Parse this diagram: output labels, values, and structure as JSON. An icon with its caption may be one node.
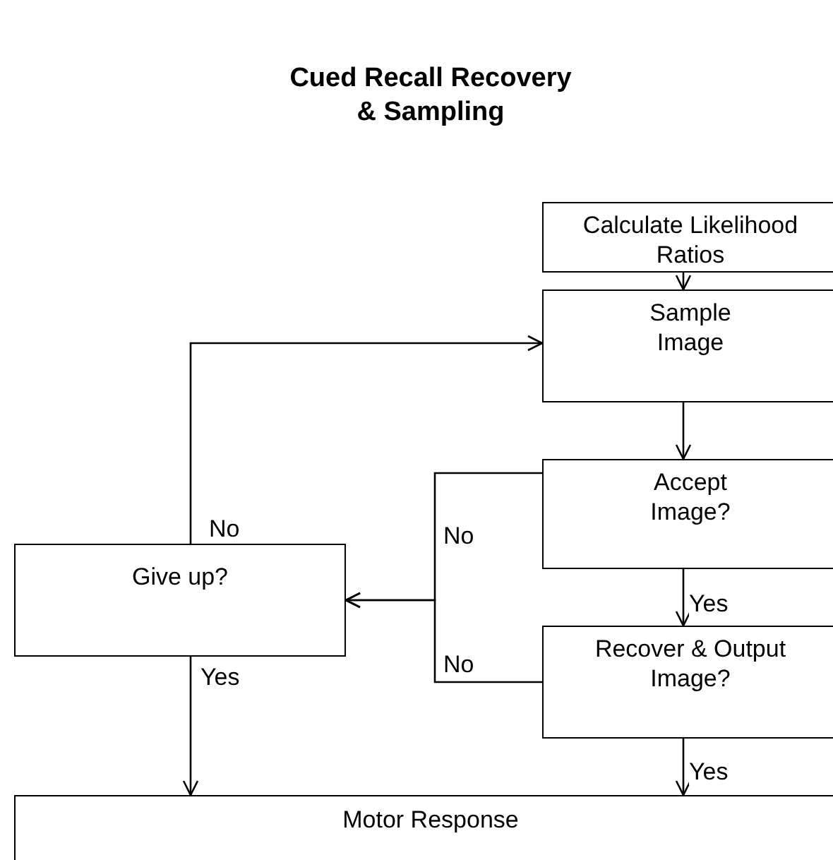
{
  "diagram": {
    "title": "Cued Recall Recovery & Sampling",
    "nodes": [
      {
        "text": [
          "Calculate Likelihood Ratios"
        ]
      },
      {
        "text": [
          "Sample Image"
        ]
      },
      {
        "text": [
          "Accept Image?"
        ]
      },
      {
        "text": [
          "Recover & Output Image?"
        ]
      },
      {
        "text": [
          "Give up?"
        ]
      },
      {
        "text": [
          "Motor Response"
        ]
      }
    ],
    "edges": [
      {
        "from": 0,
        "to": 1,
        "arrow": "to"
      },
      {
        "from": 1,
        "to": 2,
        "arrow": "to"
      },
      {
        "from": 2,
        "to": 3,
        "label": "Yes",
        "arrow": "to"
      },
      {
        "from": 3,
        "to": 5,
        "label": "Yes",
        "arrow": "to"
      },
      {
        "from": 2,
        "to": 4,
        "label": "No",
        "arrow": "to"
      },
      {
        "from": 3,
        "to": 4,
        "label": "No",
        "arrow": "to"
      },
      {
        "from": 4,
        "to": 1,
        "label": "No",
        "arrow": "to"
      },
      {
        "from": 4,
        "to": 5,
        "label": "Yes",
        "arrow": "to"
      }
    ]
  }
}
